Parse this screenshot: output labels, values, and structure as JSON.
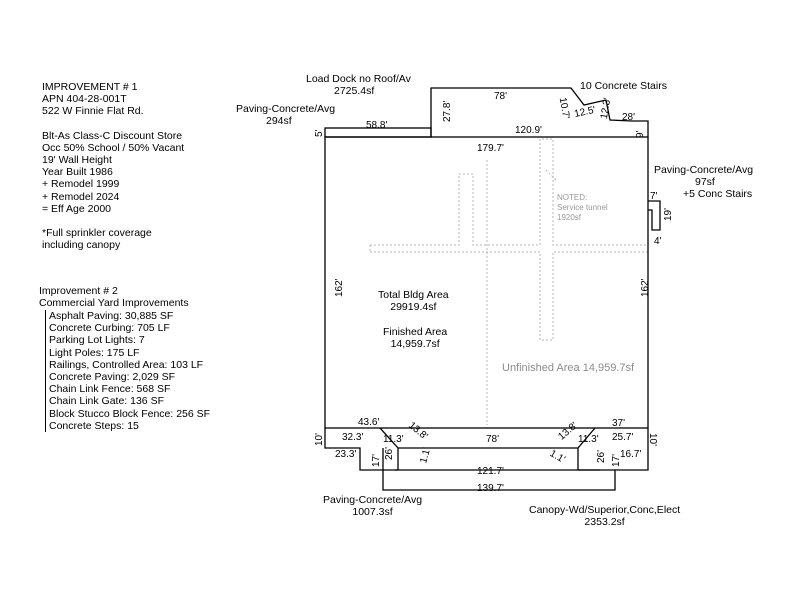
{
  "improvement1": {
    "lines": [
      "IMPROVEMENT # 1",
      "APN 404-28-001T",
      "522 W Finnie Flat Rd.",
      "",
      "Blt-As Class-C Discount Store",
      "Occ 50% School / 50% Vacant",
      "19' Wall Height",
      "Year Built 1986",
      "+ Remodel 1999",
      "+ Remodel 2024",
      "= Eff Age 2000",
      "",
      "*Full sprinkler coverage",
      "including canopy"
    ]
  },
  "improvement2": {
    "title": "Improvement # 2",
    "subtitle": "Commercial Yard Improvements",
    "items": [
      "Asphalt Paving: 30,885 SF",
      "Concrete Curbing: 705 LF",
      "Parking Lot Lights: 7",
      "Light Poles: 175 LF",
      "Railings, Controlled Area: 103 LF",
      "Concrete Paving: 2,029 SF",
      "Chain Link Fence: 568 SF",
      "Chain Link Gate: 136 SF",
      "Block Stucco Block Fence: 256 SF",
      "Concrete Steps: 15"
    ]
  },
  "labels": {
    "load_dock": "Load Dock no Roof/Av",
    "load_dock_area": "2725.4sf",
    "ten_stairs": "10 Concrete Stairs",
    "paving_left": "Paving-Concrete/Avg",
    "paving_left_area": "294sf",
    "paving_right": "Paving-Concrete/Avg",
    "paving_right_area": "97sf",
    "paving_right_stairs": "+5 Conc Stairs",
    "total_area_label": "Total Bldg Area",
    "total_area": "29919.4sf",
    "finished_label": "Finished Area",
    "finished_area": "14,959.7sf",
    "unfinished": "Unfinished Area 14,959.7sf",
    "noted_1": "NOTED:",
    "noted_2": "Service tunnel",
    "noted_3": "1920sf",
    "paving_bottom": "Paving-Concrete/Avg",
    "paving_bottom_area": "1007.3sf",
    "canopy": "Canopy-Wd/Superior,Conc,Elect",
    "canopy_area": "2353.2sf"
  },
  "dims": {
    "d78_top": "78'",
    "d10_7": "10.7'",
    "d12_5": "12.5'",
    "d12_3": "12.3'",
    "d28": "28'",
    "d27_8": "27.8'",
    "d5": "5'",
    "d58_8": "58.8'",
    "d120_9": "120.9'",
    "d9": "9'",
    "d179_7": "179.7'",
    "d7": "7'",
    "d19": "19'",
    "d4": "4'",
    "d162_left": "162'",
    "d162_right": "162'",
    "d43_6": "43.6'",
    "d32_3": "32.3'",
    "d10_left": "10'",
    "d11_3_left": "11.3'",
    "d13_8_left": "13.8'",
    "d78_bottom": "78'",
    "d13_8_right": "13.8'",
    "d11_3_right": "11.3'",
    "d37": "37'",
    "d25_7": "25.7'",
    "d10_right": "10'",
    "d23_3": "23.3'",
    "d17_left": "17'",
    "d26_left": "26'",
    "d1_1_left": "1.1'",
    "d1_1_right": "1.1'",
    "d26_right": "26'",
    "d17_right": "17'",
    "d16_7": "16.7'",
    "d121_7": "121.7'",
    "d139_7": "139.7'"
  }
}
